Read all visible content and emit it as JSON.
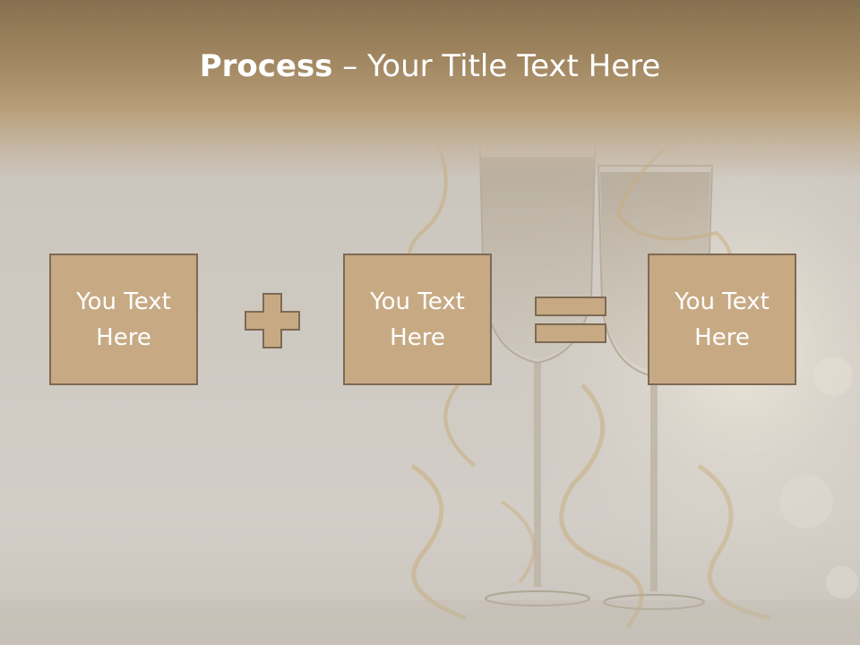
{
  "slide": {
    "title_bold": "Process",
    "title_rest": " – Your Title Text Here",
    "boxes": [
      {
        "text": "You Text Here"
      },
      {
        "text": "You Text Here"
      },
      {
        "text": "You Text Here"
      }
    ],
    "colors": {
      "box_fill": "#c7aa84",
      "box_border": "#7c6a55",
      "title_band": "#a28862",
      "text": "#ffffff"
    },
    "icons": [
      "plus-icon",
      "equals-icon"
    ]
  }
}
